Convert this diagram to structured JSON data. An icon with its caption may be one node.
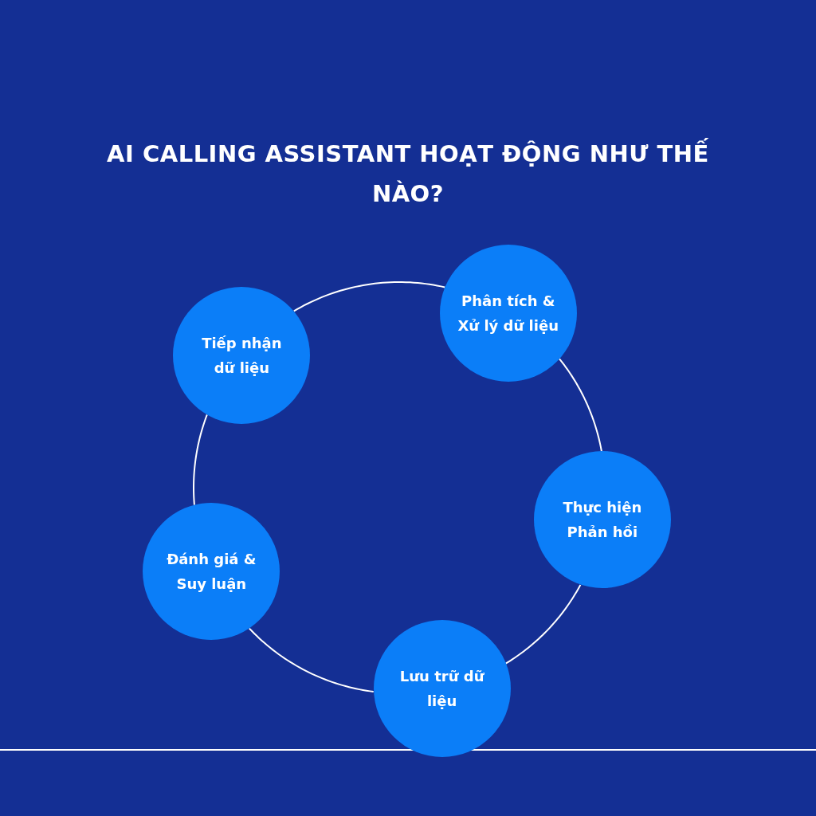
{
  "diagram": {
    "title": "AI CALLING ASSISTANT HOẠT ĐỘNG NHƯ THẾ NÀO?",
    "nodes": [
      {
        "text": [
          "Tiếp nhận dữ liệu"
        ]
      },
      {
        "text": [
          "Phân tích & Xử lý dữ liệu"
        ]
      },
      {
        "text": [
          "Thực hiện Phản hồi"
        ]
      },
      {
        "text": [
          "Lưu trữ dữ liệu"
        ]
      },
      {
        "text": [
          "Đánh giá & Suy luận"
        ]
      }
    ],
    "edges": [
      {
        "from": 0,
        "to": 1,
        "arrow": "none"
      },
      {
        "from": 1,
        "to": 2,
        "arrow": "none"
      },
      {
        "from": 2,
        "to": 3,
        "arrow": "none"
      },
      {
        "from": 3,
        "to": 4,
        "arrow": "none"
      },
      {
        "from": 4,
        "to": 0,
        "arrow": "none"
      }
    ]
  }
}
